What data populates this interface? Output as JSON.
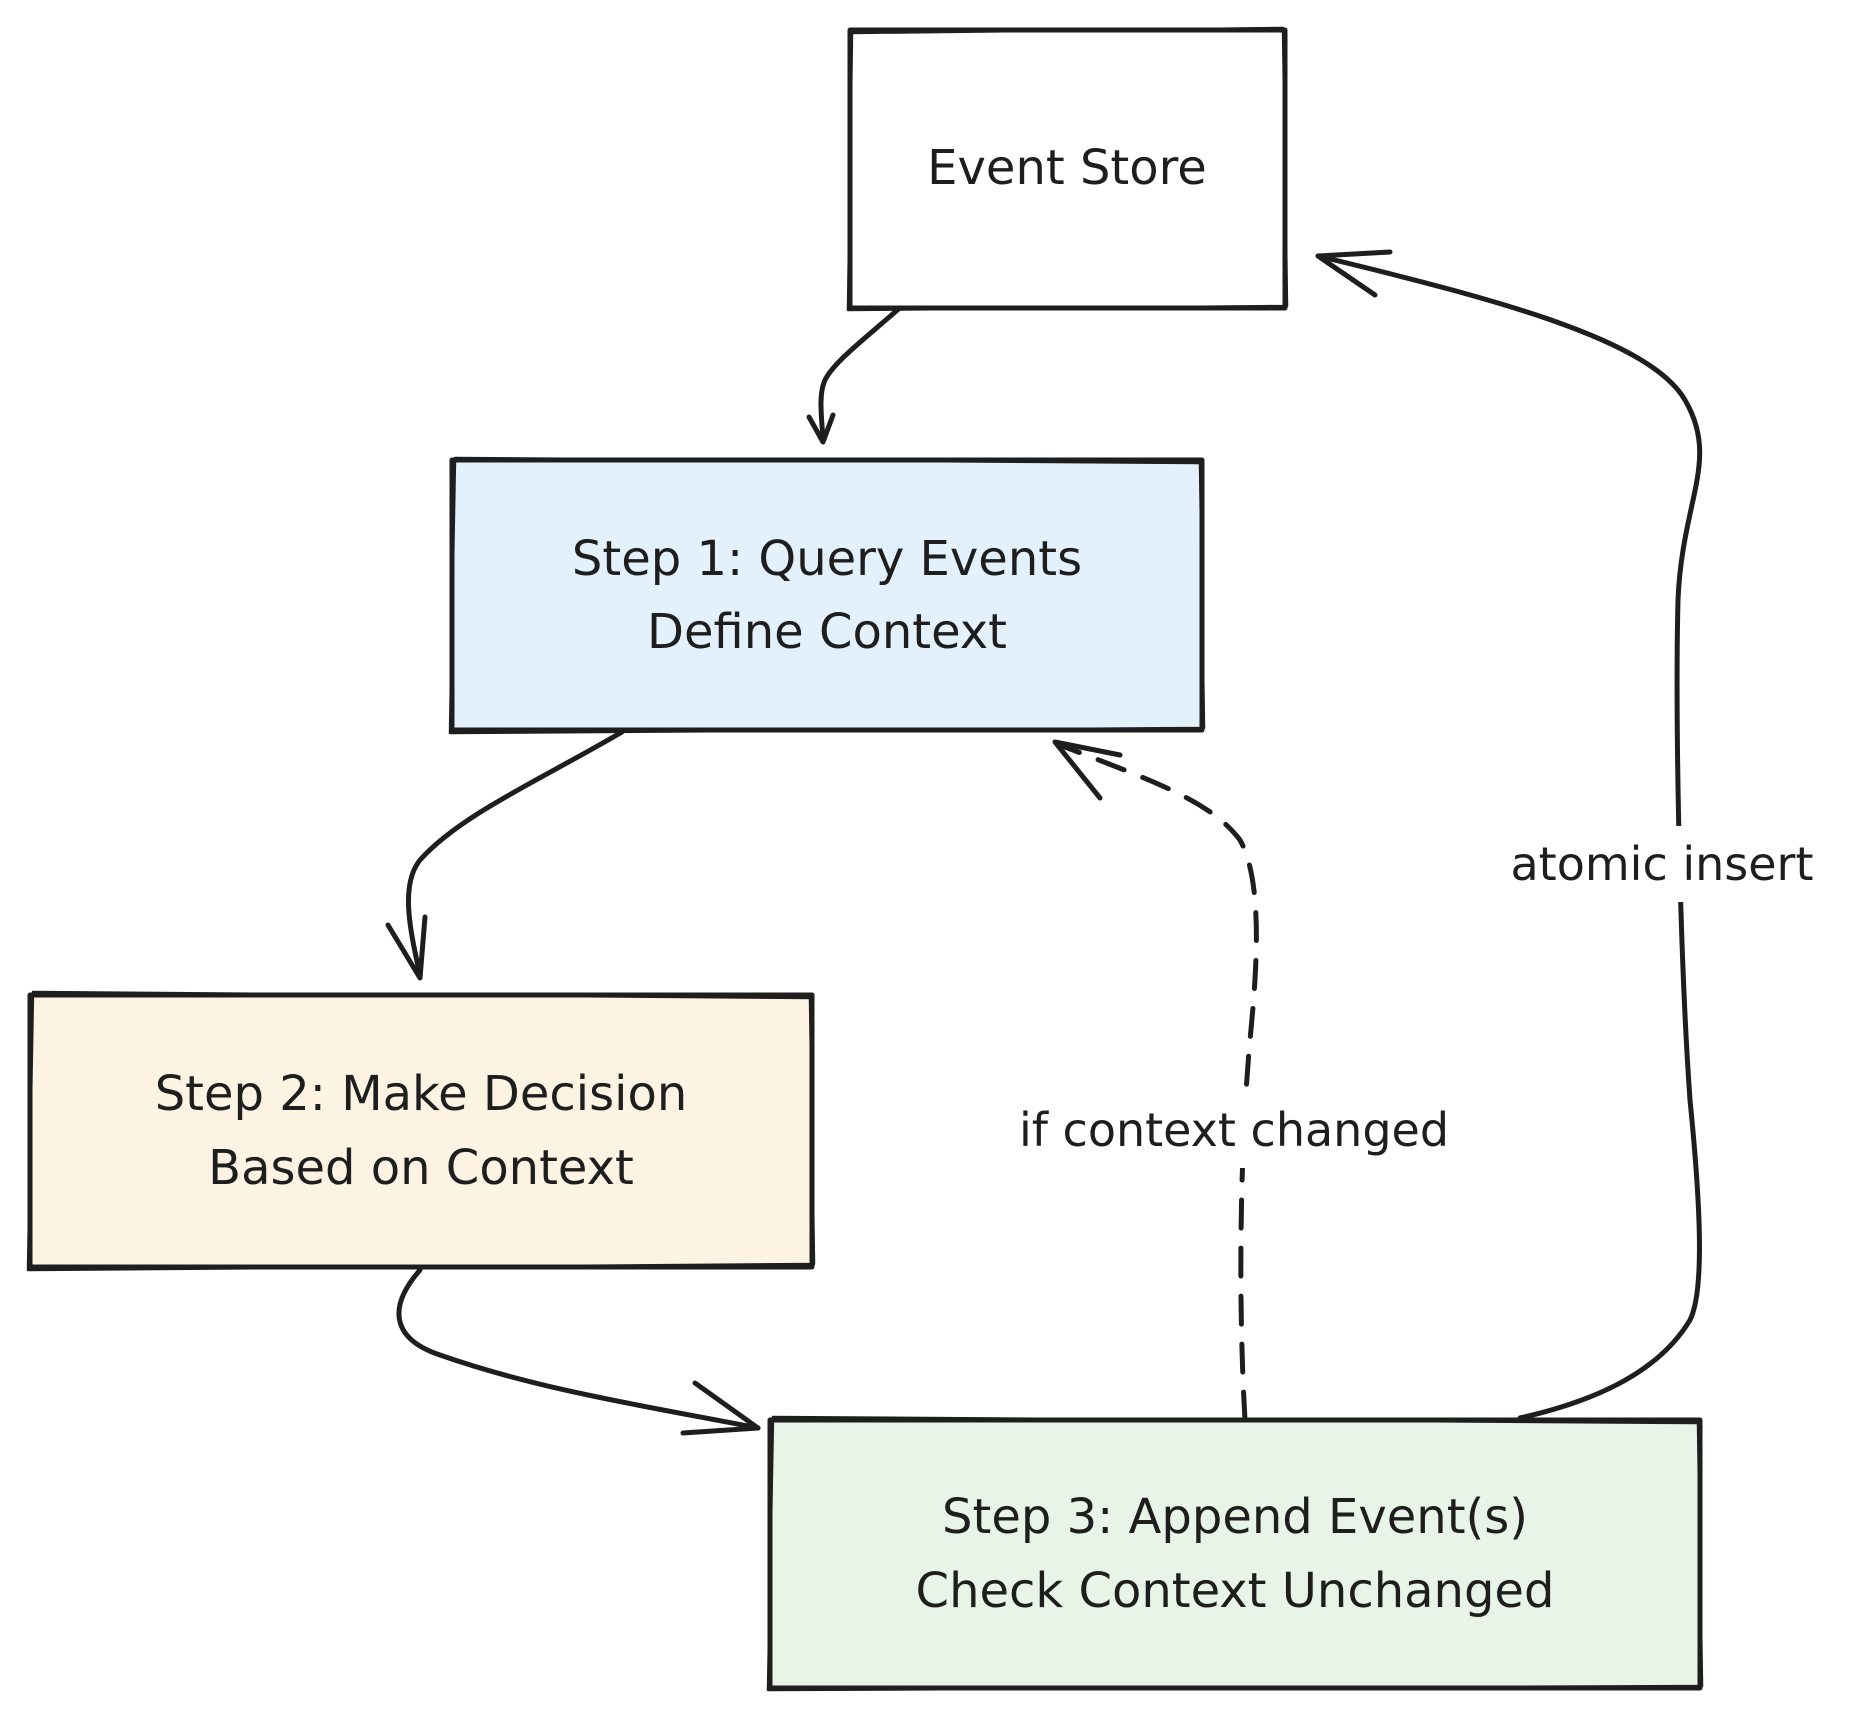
{
  "colors": {
    "stroke": "#1e1e1e",
    "event_store_fill": "#ffffff",
    "step1_fill": "#e3f1fc",
    "step2_fill": "#fdf3e3",
    "step3_fill": "#e8f4e7"
  },
  "nodes": {
    "event_store": {
      "line1": "Event Store"
    },
    "step1": {
      "line1": "Step 1: Query Events",
      "line2": "Define Context"
    },
    "step2": {
      "line1": "Step 2: Make Decision",
      "line2": "Based on Context"
    },
    "step3": {
      "line1": "Step 3: Append Event(s)",
      "line2": "Check Context Unchanged"
    }
  },
  "edges": {
    "store_to_step1": {
      "label": ""
    },
    "step1_to_step2": {
      "label": ""
    },
    "step2_to_step3": {
      "label": ""
    },
    "step3_to_step1": {
      "label": "if context changed",
      "style": "dashed"
    },
    "step3_to_store": {
      "label": "atomic insert"
    }
  }
}
